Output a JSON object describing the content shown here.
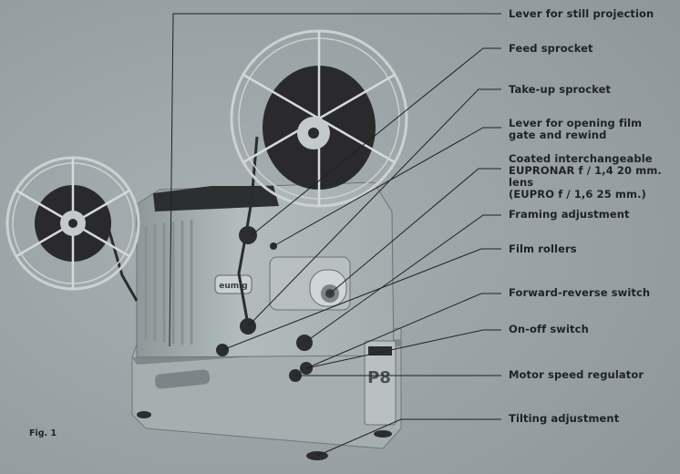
{
  "figure_caption": "Fig. 1",
  "brand": "eumig",
  "model": "P8",
  "labels": [
    {
      "id": "still",
      "text": "Lever for still projection"
    },
    {
      "id": "feed",
      "text": "Feed sprocket"
    },
    {
      "id": "takeup",
      "text": "Take-up sprocket"
    },
    {
      "id": "gate",
      "text": "Lever for opening film\ngate and rewind"
    },
    {
      "id": "lens",
      "text": "Coated interchangeable\nEUPRONAR f / 1,4 20 mm. lens\n(EUPRO f / 1,6 25 mm.)"
    },
    {
      "id": "framing",
      "text": "Framing adjustment"
    },
    {
      "id": "rollers",
      "text": "Film rollers"
    },
    {
      "id": "fwdrev",
      "text": "Forward-reverse switch"
    },
    {
      "id": "onoff",
      "text": "On-off switch"
    },
    {
      "id": "speed",
      "text": "Motor speed regulator"
    },
    {
      "id": "tilt",
      "text": "Tilting adjustment"
    }
  ],
  "colors": {
    "background": "#9ba4a7",
    "body": "#a9b2b3",
    "reel": "#2a2a2c",
    "leader": "#2b2d2e",
    "label_text": "#1f2224"
  }
}
